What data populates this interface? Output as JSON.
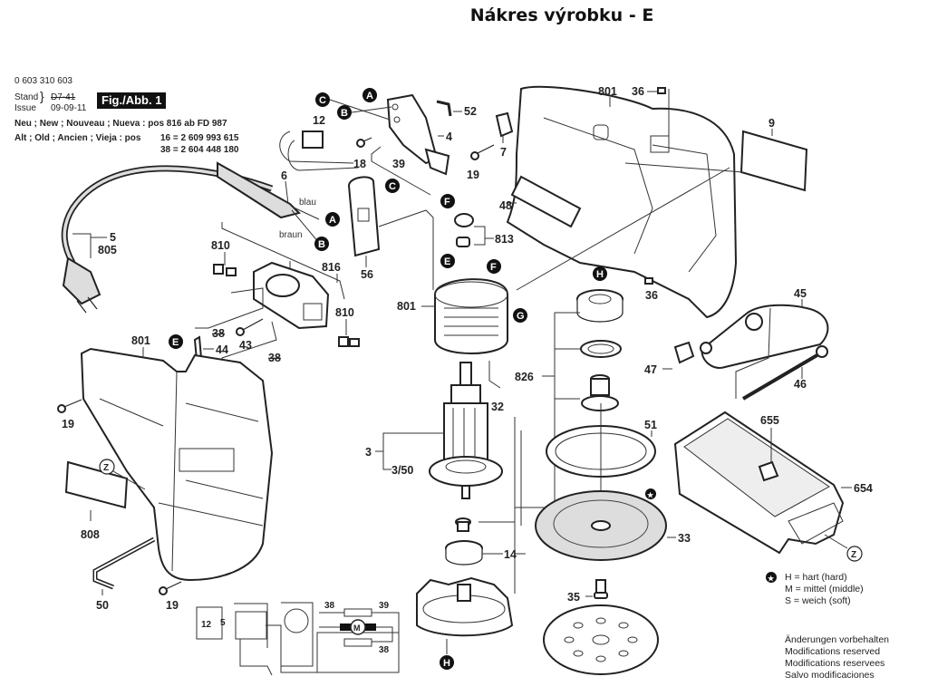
{
  "page": {
    "title": "Nákres výrobku - E"
  },
  "header": {
    "part_number": "0 603 310 603",
    "stand_label": "Stand",
    "issue_label": "Issue",
    "stand_value": "D7-41",
    "issue_value": "09-09-11",
    "figure_label": "Fig./Abb. 1",
    "new_line": "Neu ; New ; Nouveau ; Nueva : pos 816 ab FD 987",
    "old_line": "Alt ; Old ; Ancien ; Vieja : pos",
    "old_values": [
      "16 = 2 609 993 615",
      "38 = 2 604 448 180"
    ]
  },
  "legend": {
    "hardness": [
      "H = hart (hard)",
      "M = mittel (middle)",
      "S = weich (soft)"
    ],
    "disclaimer": [
      "Änderungen vorbehalten",
      "Modifications reserved",
      "Modifications reservees",
      "Salvo modificaciones"
    ]
  },
  "diagram": {
    "wire_colors": {
      "blue": "blau",
      "brown": "braun"
    },
    "part_labels": {
      "p52": "52",
      "p4": "4",
      "p12": "12",
      "p18": "18",
      "p39": "39",
      "p19a": "19",
      "p7": "7",
      "p801a": "801",
      "p36a": "36",
      "p9": "9",
      "p48": "48",
      "p6": "6",
      "p5": "5",
      "p805": "805",
      "p56": "56",
      "p813": "813",
      "p810a": "810",
      "p816": "816",
      "p810b": "810",
      "p801b": "801",
      "p36b": "36",
      "p45": "45",
      "p47": "47",
      "p46": "46",
      "p38a": "38",
      "p44": "44",
      "p43": "43",
      "p38b": "38",
      "p801c": "801",
      "p19b": "19",
      "p32": "32",
      "p826": "826",
      "p3": "3",
      "p350": "3/50",
      "p51": "51",
      "p655": "655",
      "p654": "654",
      "p808": "808",
      "p14": "14",
      "p33": "33",
      "p50": "50",
      "p19c": "19",
      "p35": "35"
    },
    "callouts": {
      "c1": "C",
      "a1": "A",
      "b1": "B",
      "c2": "C",
      "f1": "F",
      "a2": "A",
      "b2": "B",
      "e1": "E",
      "f2": "F",
      "g1": "G",
      "h1": "H",
      "e2": "E",
      "g2": "G",
      "h2": "H",
      "z1": "Z",
      "z2": "Z"
    },
    "schematic_labels": {
      "s12": "12",
      "s5": "5",
      "s38a": "38",
      "s39": "39",
      "s38b": "38",
      "motor": "M"
    }
  }
}
